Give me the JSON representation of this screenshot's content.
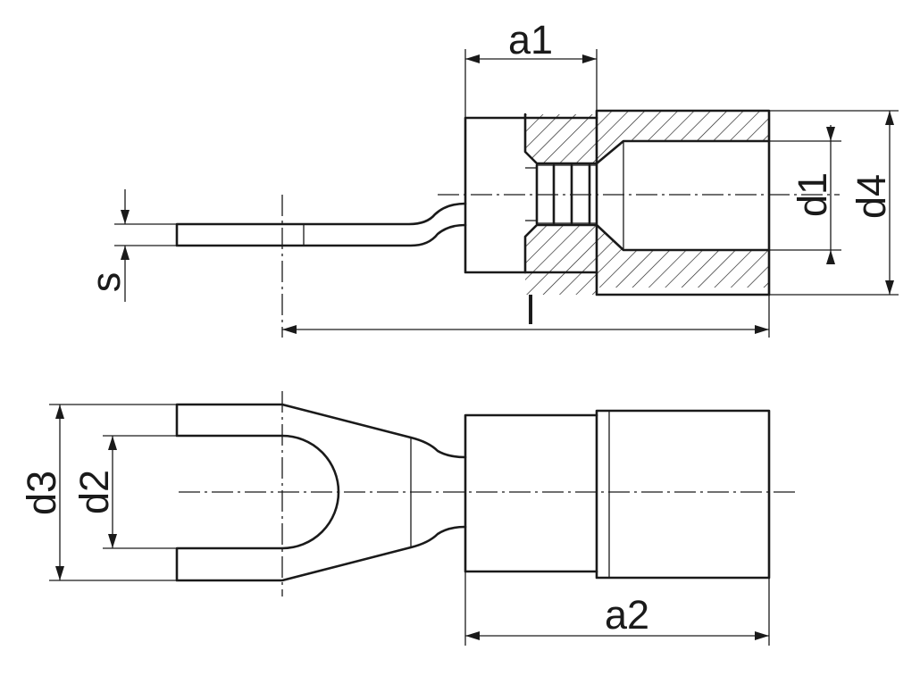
{
  "labels": {
    "a1": "a1",
    "a2": "a2",
    "l": "l",
    "s": "s",
    "d1": "d1",
    "d2": "d2",
    "d3": "d3",
    "d4": "d4"
  }
}
